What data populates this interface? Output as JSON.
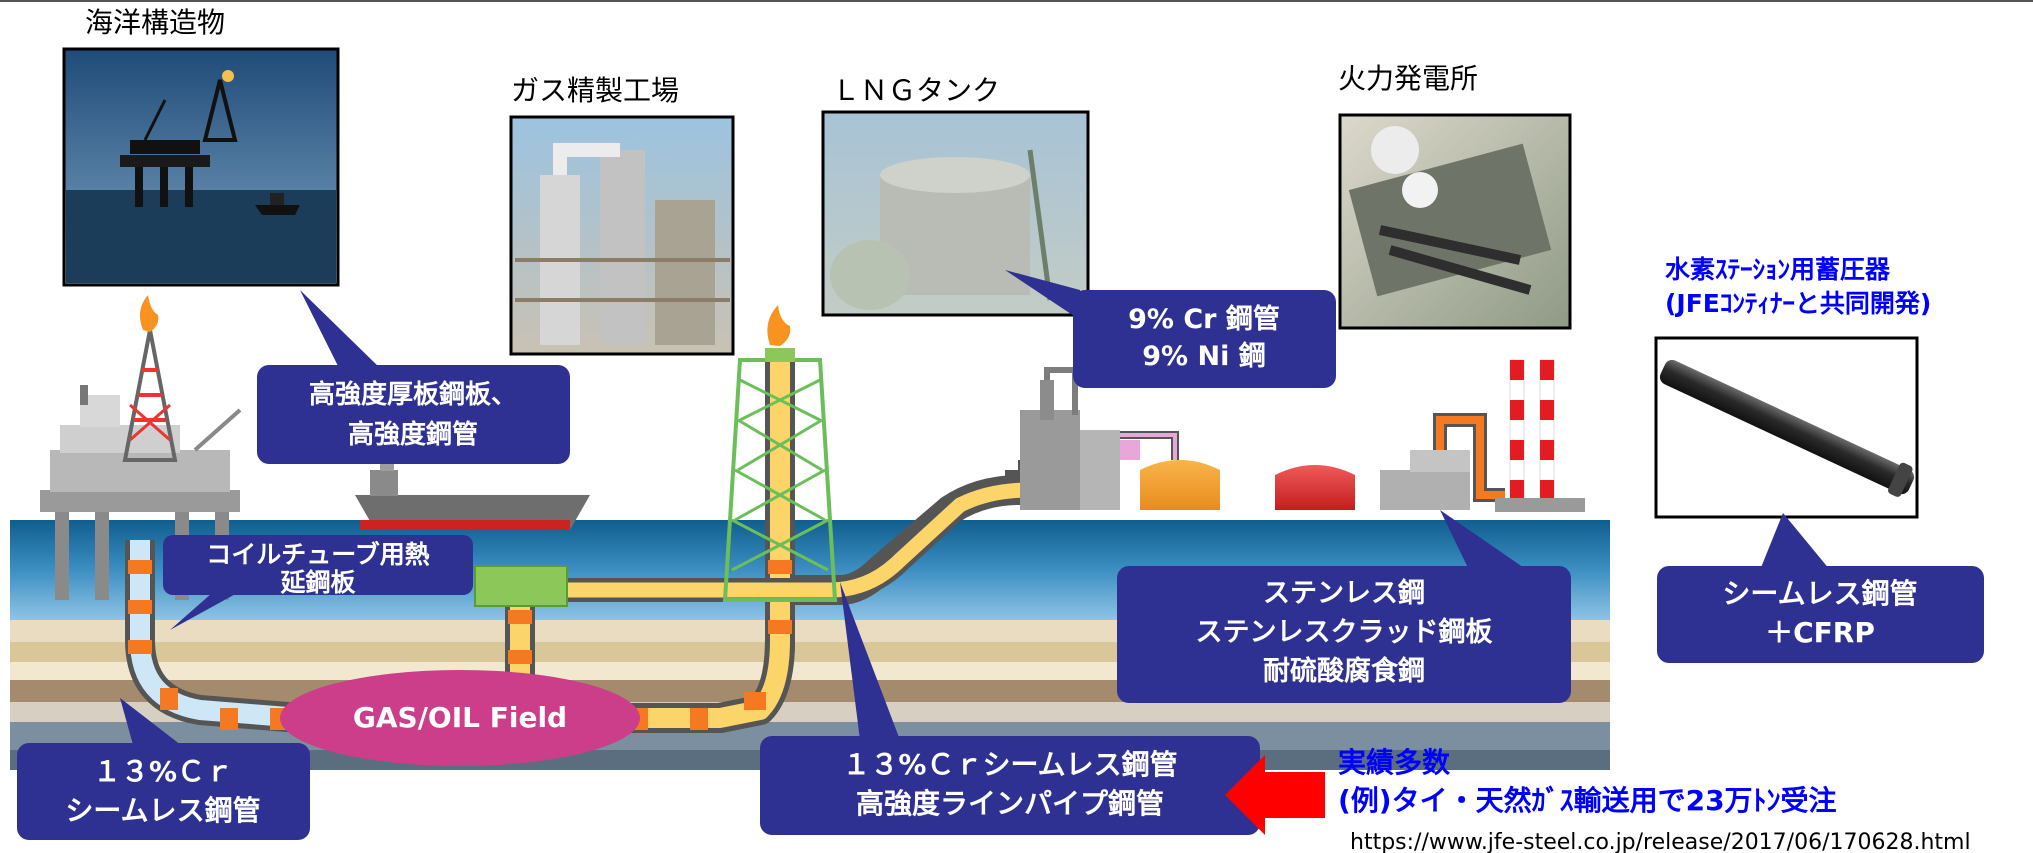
{
  "captions": {
    "offshore": "海洋構造物",
    "gas_plant": "ガス精製工場",
    "lng_tank": "ＬＮＧタンク",
    "power_plant": "火力発電所"
  },
  "hydrogen": {
    "title": "水素ｽﾃｰｼｮﾝ用蓄圧器",
    "subtitle": "(JFEｺﾝﾃｨﾅｰと共同開発)"
  },
  "callouts": {
    "heavy_plate": [
      "高強度厚板鋼板、",
      "高強度鋼管"
    ],
    "cr_ni": [
      "9% Cr 鋼管",
      "9% Ni 鋼"
    ],
    "coil_tube": [
      "コイルチューブ用熱",
      "延鋼板"
    ],
    "stainless": [
      "ステンレス鋼",
      "ステンレスクラッド鋼板",
      "耐硫酸腐食鋼"
    ],
    "cfrp": [
      "シームレス鋼管",
      "＋CFRP"
    ],
    "cr13_small": [
      "１３%Ｃｒ",
      "シームレス鋼管"
    ],
    "cr13_large": [
      "１３%Ｃｒシームレス鋼管",
      "高強度ラインパイプ鋼管"
    ]
  },
  "field_label": "GAS/OIL Field",
  "results": {
    "line1": "実績多数",
    "line2": "(例)タイ・天然ｶﾞｽ輸送用で23万ﾄﾝ受注",
    "url": "https://www.jfe-steel.co.jp/release/2017/06/170628.html"
  },
  "colors": {
    "callout": "#2e3192",
    "blue_text": "#0000ff",
    "field": "#cc3d8a",
    "arrow": "#ff0000",
    "pipe_orange": "#f47920",
    "pipe_yellow": "#fcd56a"
  }
}
